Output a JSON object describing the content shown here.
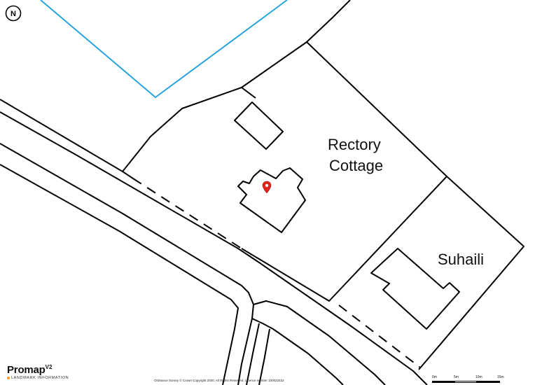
{
  "map": {
    "labels": {
      "rectory_cottage_line1": "Rectory",
      "rectory_cottage_line2": "Cottage",
      "suhaili": "Suhaili"
    },
    "north_letter": "N",
    "colors": {
      "boundary_blue": "#29a3e0",
      "marker_red": "#e2231a",
      "line": "#000000"
    }
  },
  "footer": {
    "brand": "Promap",
    "brand_version": "V2",
    "brand_sub": "LANDMARK INFORMATION",
    "copyright": "Ordnance Survey © Crown Copyright 2020. All Rights Reserved. Licence number 100022432",
    "scale_labels": [
      "0m",
      "5m",
      "10m",
      "15m"
    ]
  }
}
